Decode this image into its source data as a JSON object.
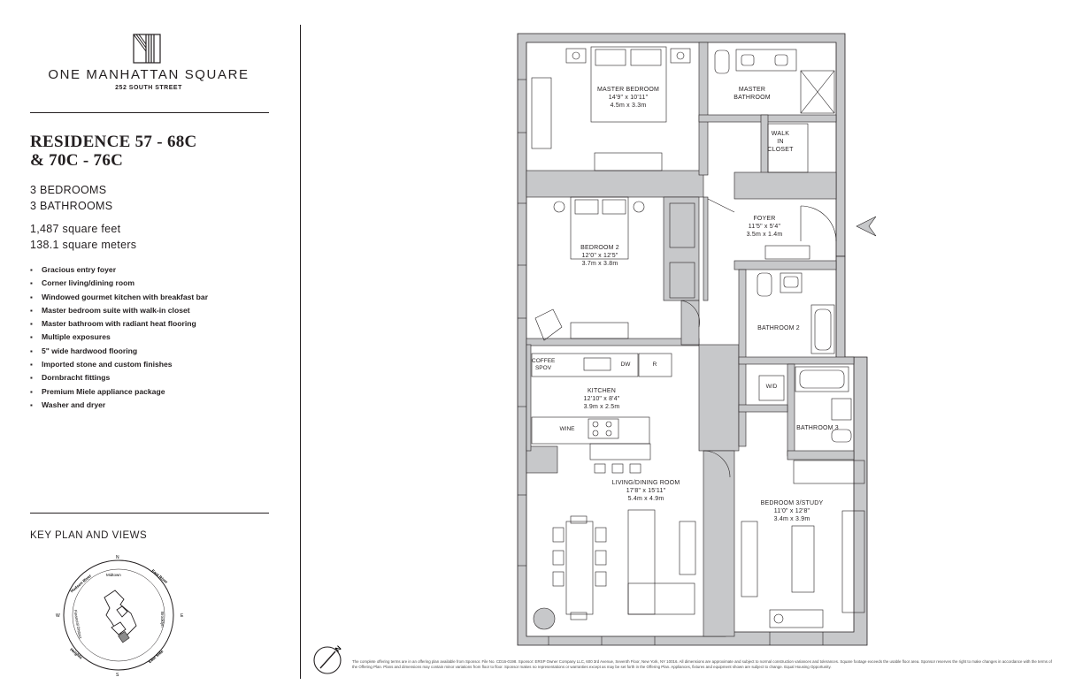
{
  "brand": {
    "name": "ONE MANHATTAN SQUARE",
    "address": "252 SOUTH STREET"
  },
  "residence": {
    "title_line1": "RESIDENCE 57 - 68C",
    "title_line2": "& 70C - 76C",
    "bedrooms": "3 BEDROOMS",
    "bathrooms": "3 BATHROOMS",
    "area_sqft": "1,487 square feet",
    "area_sqm": "138.1 square meters"
  },
  "features": [
    "Gracious entry foyer",
    "Corner living/dining room",
    "Windowed gourmet kitchen with breakfast bar",
    "Master bedroom suite with walk-in closet",
    "Master bathroom with radiant heat flooring",
    "Multiple exposures",
    "5\" wide hardwood flooring",
    "Imported stone and custom finishes",
    "Dornbracht fittings",
    "Premium Miele appliance package",
    "Washer and dryer"
  ],
  "key_plan": {
    "title": "KEY PLAN AND VIEWS",
    "labels": {
      "north": "N",
      "south": "S",
      "east": "E",
      "west": "W",
      "hudson": "Hudson River",
      "east_river": "East River",
      "midtown": "Midtown",
      "brooklyn": "Brooklyn",
      "financial": "Financial District",
      "heights": "Heights",
      "east_side": "East Side"
    }
  },
  "rooms": {
    "master_bedroom": {
      "name": "MASTER BEDROOM",
      "imperial": "14'9\" x 10'11\"",
      "metric": "4.5m x 3.3m"
    },
    "master_bathroom": {
      "line1": "MASTER",
      "line2": "BATHROOM"
    },
    "walk_in_closet": {
      "line1": "WALK",
      "line2": "IN",
      "line3": "CLOSET"
    },
    "foyer": {
      "name": "FOYER",
      "imperial": "11'5\" x 5'4\"",
      "metric": "3.5m x 1.4m"
    },
    "bedroom2": {
      "name": "BEDROOM 2",
      "imperial": "12'0\" x 12'5\"",
      "metric": "3.7m x 3.8m"
    },
    "bathroom2": {
      "name": "BATHROOM 2"
    },
    "kitchen": {
      "name": "KITCHEN",
      "imperial": "12'10\" x 8'4\"",
      "metric": "3.9m x 2.5m"
    },
    "wd": {
      "name": "W/D"
    },
    "bathroom3": {
      "name": "BATHROOM 3"
    },
    "living": {
      "name": "LIVING/DINING ROOM",
      "imperial": "17'8\" x 15'11\"",
      "metric": "5.4m x 4.9m"
    },
    "bedroom3": {
      "name": "BEDROOM 3/STUDY",
      "imperial": "11'0\" x 12'8\"",
      "metric": "3.4m x 3.9m"
    }
  },
  "appliances": {
    "coffee_line1": "COFFEE",
    "coffee_line2": "SPOV",
    "dishwasher": "DW",
    "refrigerator": "R",
    "wine": "WINE"
  },
  "north_arrow": "N",
  "disclaimer": "The complete offering terms are in an offering plan available from Sponsor. File No. CD16-0198. Sponsor: ERSP Owner Company LLC, 600 3rd Avenue, Seventh Floor, New York, NY 10016. All dimensions are approximate and subject to normal construction variances and tolerances. Square footage exceeds the usable floor area. Sponsor reserves the right to make changes in accordance with the terms of the Offering Plan. Plans and dimensions may contain minor variations from floor to floor. Sponsor makes no representations or warranties except as may be set forth in the Offering Plan. Appliances, fixtures and equipment shown are subject to change. Equal Housing Opportunity."
}
